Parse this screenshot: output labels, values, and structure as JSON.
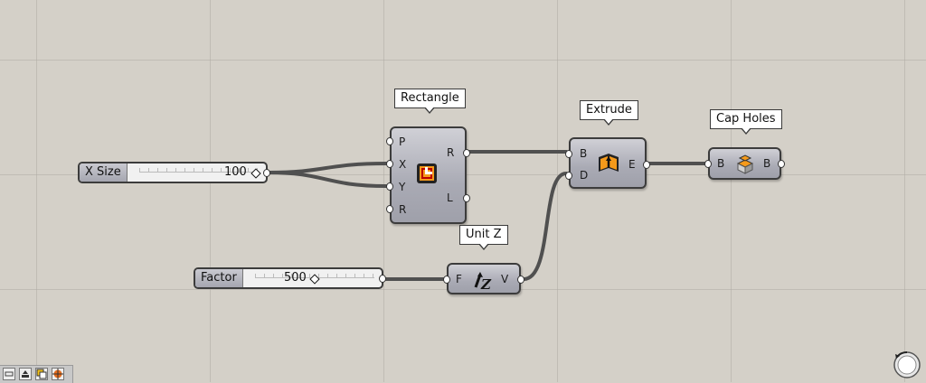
{
  "canvas": {
    "background": "#d4d0c8",
    "wire_color": "#505050"
  },
  "sliders": {
    "x_size": {
      "label": "X Size",
      "value": "100"
    },
    "factor": {
      "label": "Factor",
      "value": "500"
    }
  },
  "components": {
    "rectangle": {
      "title": "Rectangle",
      "inputs": [
        "P",
        "X",
        "Y",
        "R"
      ],
      "outputs": [
        "R",
        "L"
      ],
      "icon": "rectangle-icon"
    },
    "unit_z": {
      "title": "Unit Z",
      "inputs": [
        "F"
      ],
      "outputs": [
        "V"
      ],
      "icon": "unit-z-icon"
    },
    "extrude": {
      "title": "Extrude",
      "inputs": [
        "B",
        "D"
      ],
      "outputs": [
        "E"
      ],
      "icon": "extrude-icon"
    },
    "cap_holes": {
      "title": "Cap Holes",
      "inputs": [
        "B"
      ],
      "outputs": [
        "B"
      ],
      "icon": "cap-holes-icon"
    }
  },
  "toolbar": {
    "buttons": [
      "zoom-button",
      "bake-button",
      "preview-button",
      "target-button"
    ]
  }
}
